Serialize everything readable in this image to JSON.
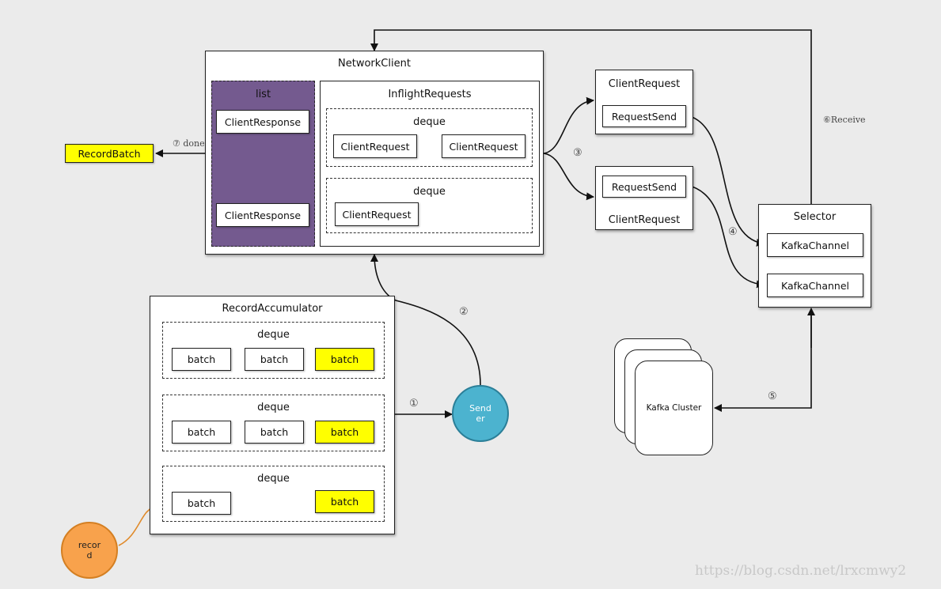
{
  "network_client": {
    "title": "NetworkClient",
    "list": {
      "title": "list",
      "items": [
        "ClientResponse",
        "ClientResponse"
      ]
    },
    "inflight": {
      "title": "InflightRequests",
      "deque1": {
        "title": "deque",
        "items": [
          "ClientRequest",
          "ClientRequest"
        ]
      },
      "deque2": {
        "title": "deque",
        "items": [
          "ClientRequest"
        ]
      }
    }
  },
  "record_batch": "RecordBatch",
  "client_request_top": {
    "title": "ClientRequest",
    "item": "RequestSend"
  },
  "client_request_bottom": {
    "item": "RequestSend",
    "title": "ClientRequest"
  },
  "selector": {
    "title": "Selector",
    "channels": [
      "KafkaChannel",
      "KafkaChannel"
    ]
  },
  "accumulator": {
    "title": "RecordAccumulator",
    "deques": [
      {
        "title": "deque",
        "batches": [
          "batch",
          "batch",
          "batch"
        ]
      },
      {
        "title": "deque",
        "batches": [
          "batch",
          "batch",
          "batch"
        ]
      },
      {
        "title": "deque",
        "batches": [
          "batch",
          "batch"
        ]
      }
    ]
  },
  "sender": {
    "line1": "Send",
    "line2": "er"
  },
  "record": {
    "line1": "recor",
    "line2": "d"
  },
  "kafka_cluster": "Kafka Cluster",
  "steps": {
    "s1": "①",
    "s2": "②",
    "s3": "③",
    "s4": "④",
    "s5": "⑤",
    "s6": "⑥Receive",
    "s7": "⑦ done"
  },
  "watermark": "https://blog.csdn.net/lrxcmwy2",
  "colors": {
    "list_bg": "#745a8f",
    "highlight": "#ffff00",
    "sender": "#4cb3cf",
    "record": "#f8a24c",
    "record_arrow": "#e08a2a"
  }
}
